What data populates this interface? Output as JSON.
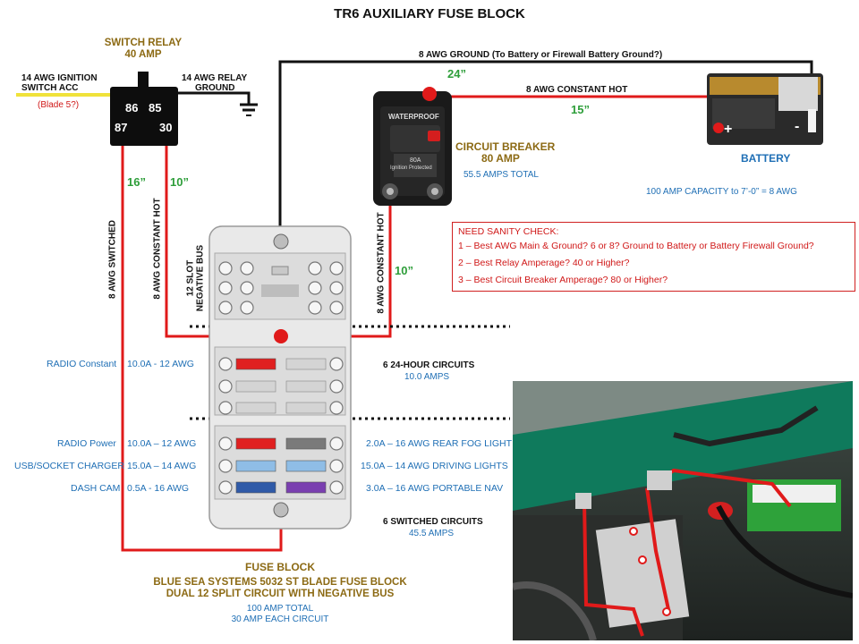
{
  "title": "TR6 AUXILIARY FUSE BLOCK",
  "relay": {
    "name": "SWITCH RELAY",
    "rating": "40 AMP",
    "terminals": [
      "86",
      "85",
      "87",
      "30"
    ],
    "ignition_label_1": "14 AWG IGNITION",
    "ignition_label_2": "SWITCH ACC",
    "ignition_note": "(Blade 5?)",
    "ground_label_1": "14 AWG RELAY",
    "ground_label_2": "GROUND"
  },
  "wires": {
    "ground_main": "8 AWG GROUND (To Battery or Firewall Battery Ground?)",
    "ground_length": "24”",
    "constant_hot": "8 AWG CONSTANT HOT",
    "constant_hot_length": "15”",
    "switched": "8 AWG SWITCHED",
    "switched_length": "16”",
    "relay_hot": "8 AWG CONSTANT HOT",
    "relay_hot_length": "10”",
    "breaker_hot": "8 AWG CONSTANT HOT",
    "breaker_hot_length": "10”"
  },
  "breaker": {
    "name": "CIRCUIT BREAKER",
    "rating": "80 AMP",
    "total": "55.5 AMPS TOTAL",
    "face_text": "WATERPROOF",
    "face_rating": "80A",
    "face_note": "Ignition Protected"
  },
  "battery": {
    "name": "BATTERY",
    "capacity_note": "100 AMP CAPACITY to 7’-0” = 8 AWG",
    "plus": "+",
    "minus": "-"
  },
  "sanity": {
    "heading": "NEED SANITY CHECK:",
    "items": [
      "1 – Best AWG Main & Ground?  6 or 8? Ground to Battery or Battery Firewall Ground?",
      "2 – Best Relay Amperage?  40 or Higher?",
      "3 – Best Circuit Breaker Amperage?  80 or Higher?"
    ]
  },
  "fuse_block": {
    "neg_bus_label_1": "12 SLOT",
    "neg_bus_label_2": "NEGATIVE BUS",
    "title": "FUSE BLOCK",
    "desc_1": "BLUE SEA SYSTEMS 5032 ST BLADE FUSE BLOCK",
    "desc_2": "DUAL 12 SPLIT CIRCUIT WITH NEGATIVE BUS",
    "total": "100 AMP TOTAL",
    "per_circuit": "30 AMP EACH CIRCUIT",
    "constant_group": "6 24-HOUR CIRCUITS",
    "constant_amps": "10.0 AMPS",
    "switched_group": "6 SWITCHED CIRCUITS",
    "switched_amps": "45.5 AMPS"
  },
  "circuits_left": [
    {
      "name": "RADIO Constant",
      "spec": "10.0A - 12 AWG",
      "fuse_color": "#e02020"
    },
    {
      "name": "RADIO Power",
      "spec": "10.0A – 12 AWG",
      "fuse_color": "#e02020"
    },
    {
      "name": "USB/SOCKET CHARGER",
      "spec": "15.0A – 14 AWG",
      "fuse_color": "#8fbde6"
    },
    {
      "name": "DASH CAM",
      "spec": "0.5A  - 16 AWG",
      "fuse_color": "#2f5aa8"
    }
  ],
  "circuits_right": [
    {
      "spec": "2.0A – 16 AWG REAR FOG LIGHT",
      "fuse_color": "#7a7a7a"
    },
    {
      "spec": "15.0A – 14 AWG DRIVING LIGHTS",
      "fuse_color": "#8fbde6"
    },
    {
      "spec": "3.0A – 16 AWG PORTABLE NAV",
      "fuse_color": "#7a3fb0"
    }
  ]
}
